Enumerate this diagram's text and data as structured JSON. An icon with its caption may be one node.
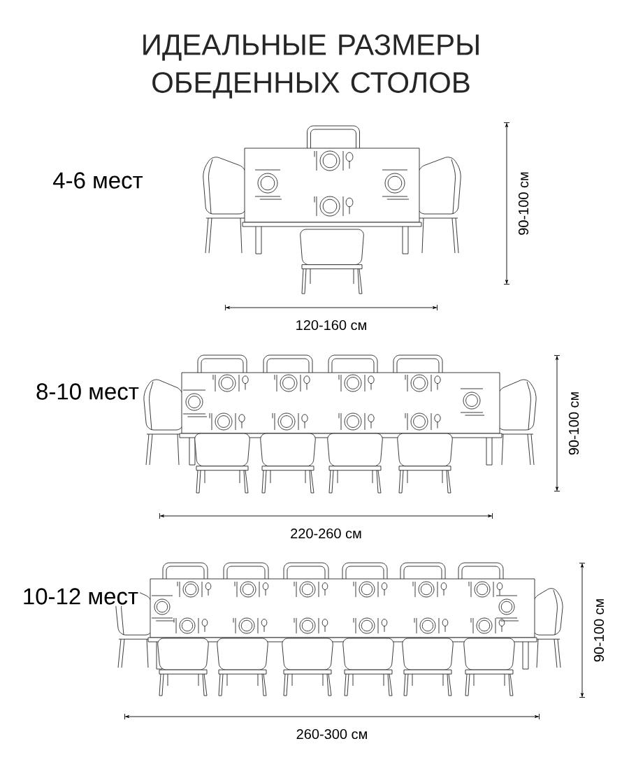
{
  "diagram": {
    "title": "ИДЕАЛЬНЫЕ РАЗМЕРЫ ОБЕДЕННЫХ СТОЛОВ",
    "labels": [
      "4-6 мест",
      "90-100 см",
      "120-160 см",
      "8-10 мест",
      "90-100 см",
      "220-260 см",
      "10-12 мест",
      "90-100 см",
      "260-300 см"
    ]
  }
}
